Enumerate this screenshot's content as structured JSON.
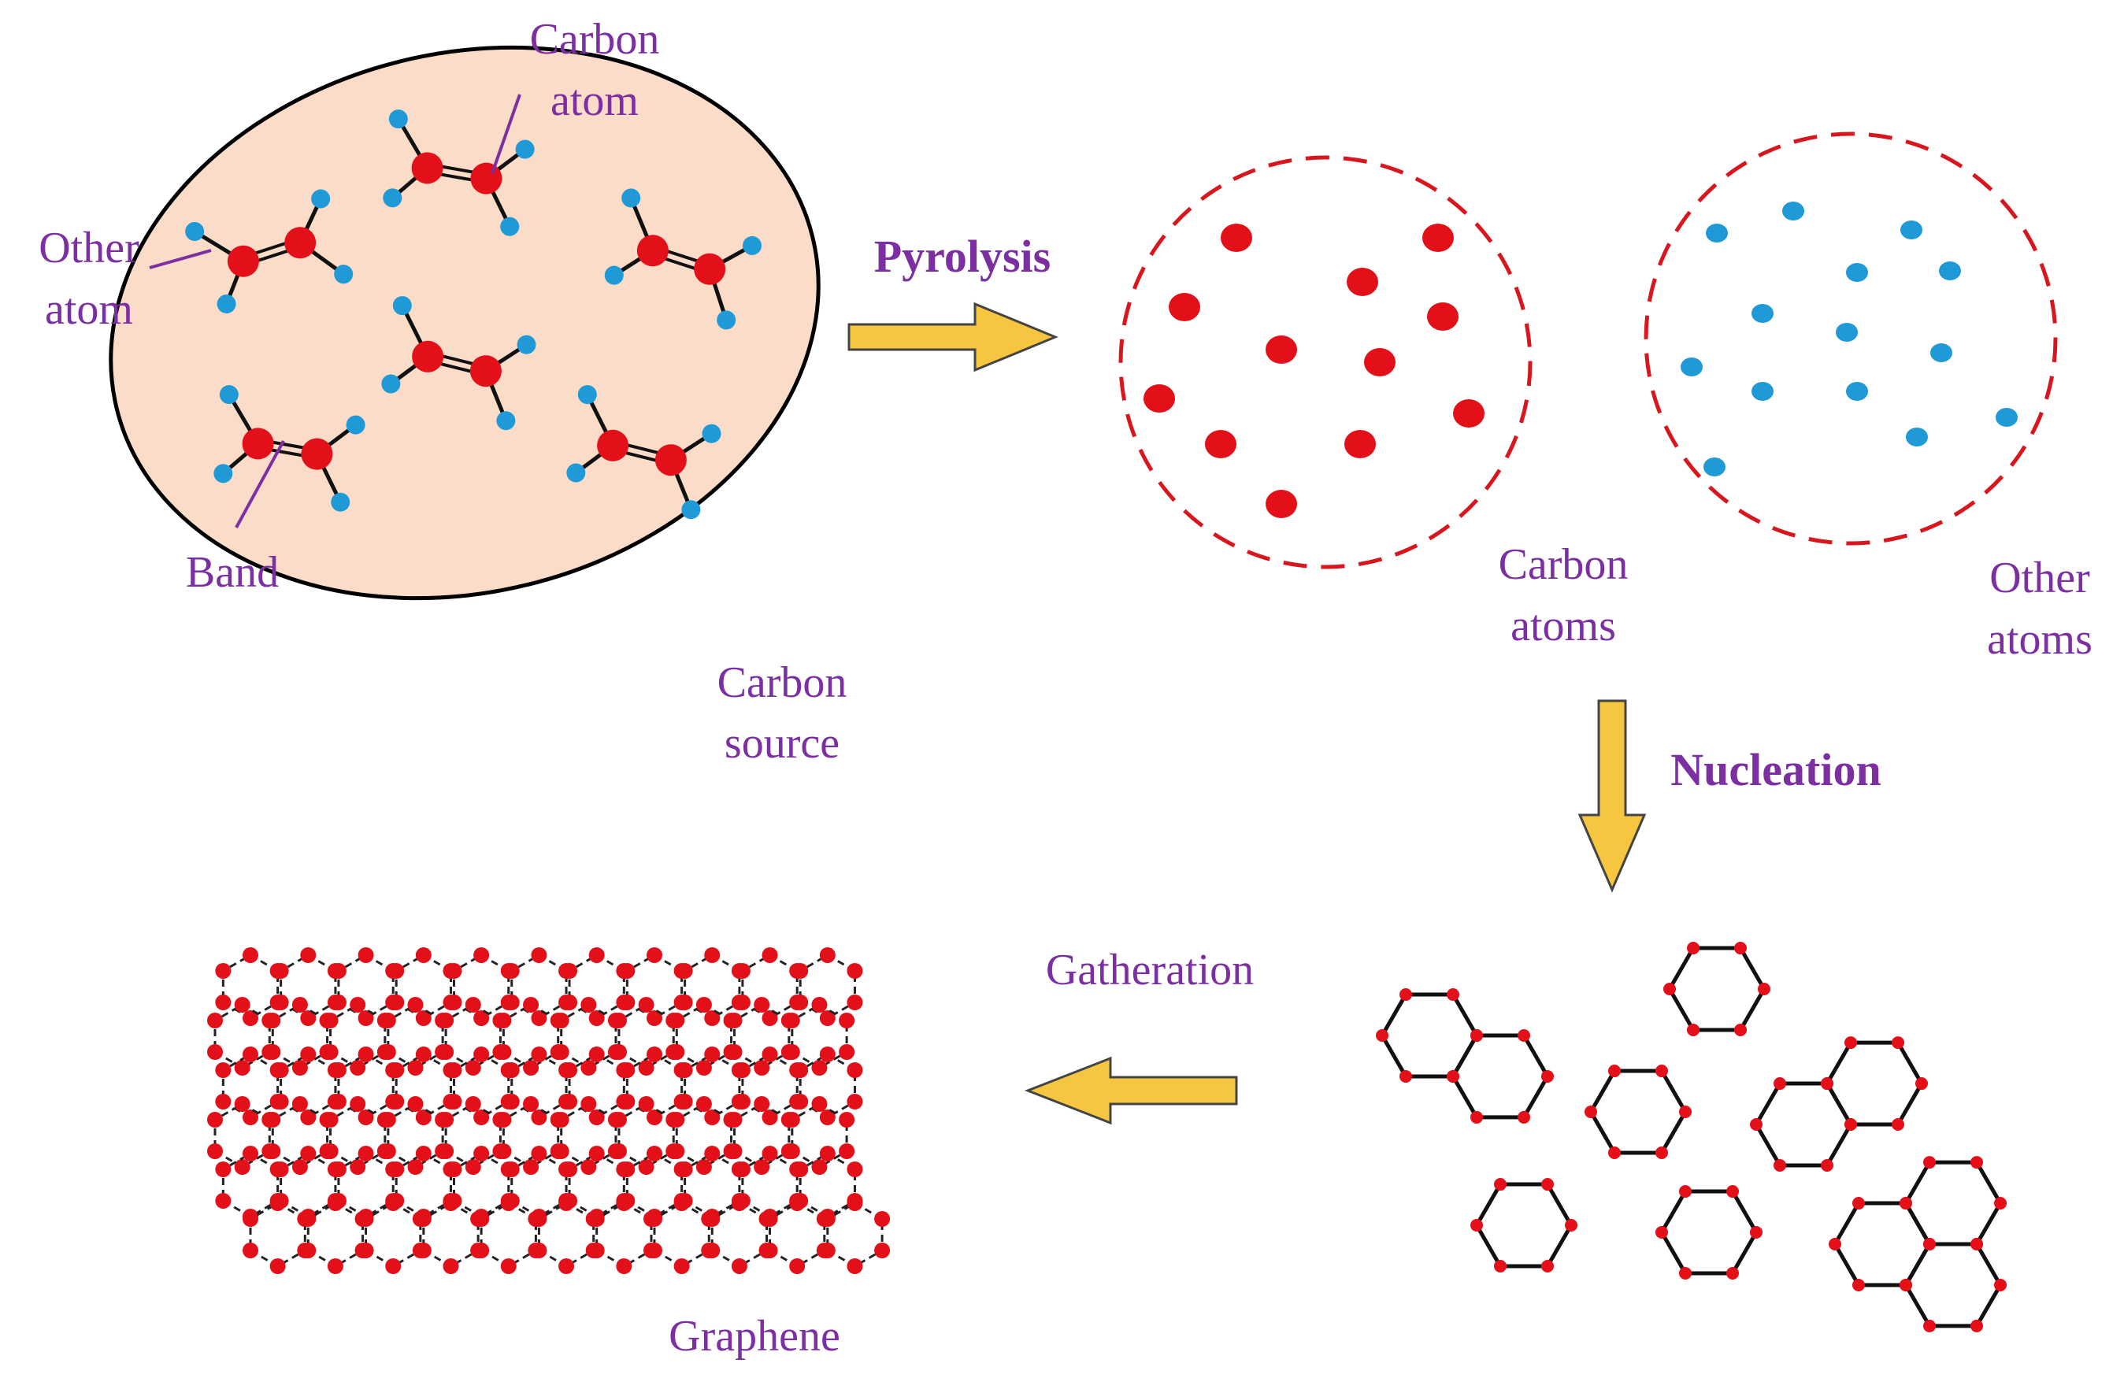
{
  "labels": {
    "carbon_atom": [
      "Carbon",
      "atom"
    ],
    "other_atom": [
      "Other",
      "atom"
    ],
    "band": "Band",
    "carbon_source": [
      "Carbon",
      "source"
    ],
    "pyrolysis": "Pyrolysis",
    "carbon_atoms": [
      "Carbon",
      "atoms"
    ],
    "other_atoms": [
      "Other",
      "atoms"
    ],
    "nucleation": "Nucleation",
    "gatheration": "Gatheration",
    "graphene": "Graphene"
  },
  "colors": {
    "carbon": "#e3101a",
    "other": "#1f9ad6",
    "source_fill": "#fbdcc9",
    "arrow": "#f7c640",
    "label": "#7b2fa0",
    "dashed_circle": "#d8161d"
  }
}
